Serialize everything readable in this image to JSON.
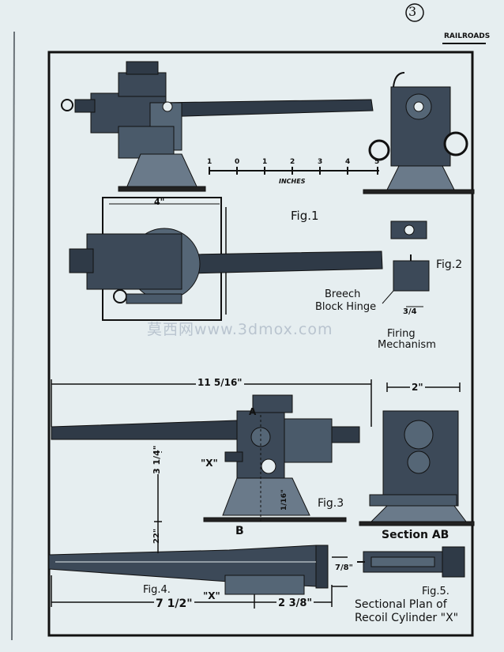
{
  "page_number": "3",
  "header_tag": "RAILROADS",
  "scale": {
    "ticks": [
      "1",
      "0",
      "1",
      "2",
      "3",
      "4",
      "5"
    ],
    "unit_label": "INCHES"
  },
  "fig1": {
    "label": "Fig.1",
    "dim_top": "4\""
  },
  "fig2": {
    "label": "Fig.2",
    "callout_hinge_1": "Breech",
    "callout_hinge_2": "Block Hinge",
    "dim": "3/4",
    "callout_firing_1": "Firing",
    "callout_firing_2": "Mechanism"
  },
  "fig3": {
    "label": "Fig.3",
    "overall_length": "11 5/16\"",
    "height_dim": "3 1/4\"",
    "cyl_label": "\"X\"",
    "section_a": "A",
    "section_b": "B",
    "dim_small": "1/16\"",
    "section_title": "Section AB",
    "section_width": "2\""
  },
  "fig4": {
    "label": "Fig.4.",
    "length": "7 1/2\"",
    "cyl_label": "\"X\"",
    "dim_right": "2 3/8\"",
    "dim_small": "7/8\"",
    "dim_vert": "22\""
  },
  "fig5": {
    "label": "Fig.5.",
    "caption_1": "Sectional Plan of",
    "caption_2": "Recoil Cylinder \"X\""
  },
  "watermark": "莫西网www.3dmox.com"
}
